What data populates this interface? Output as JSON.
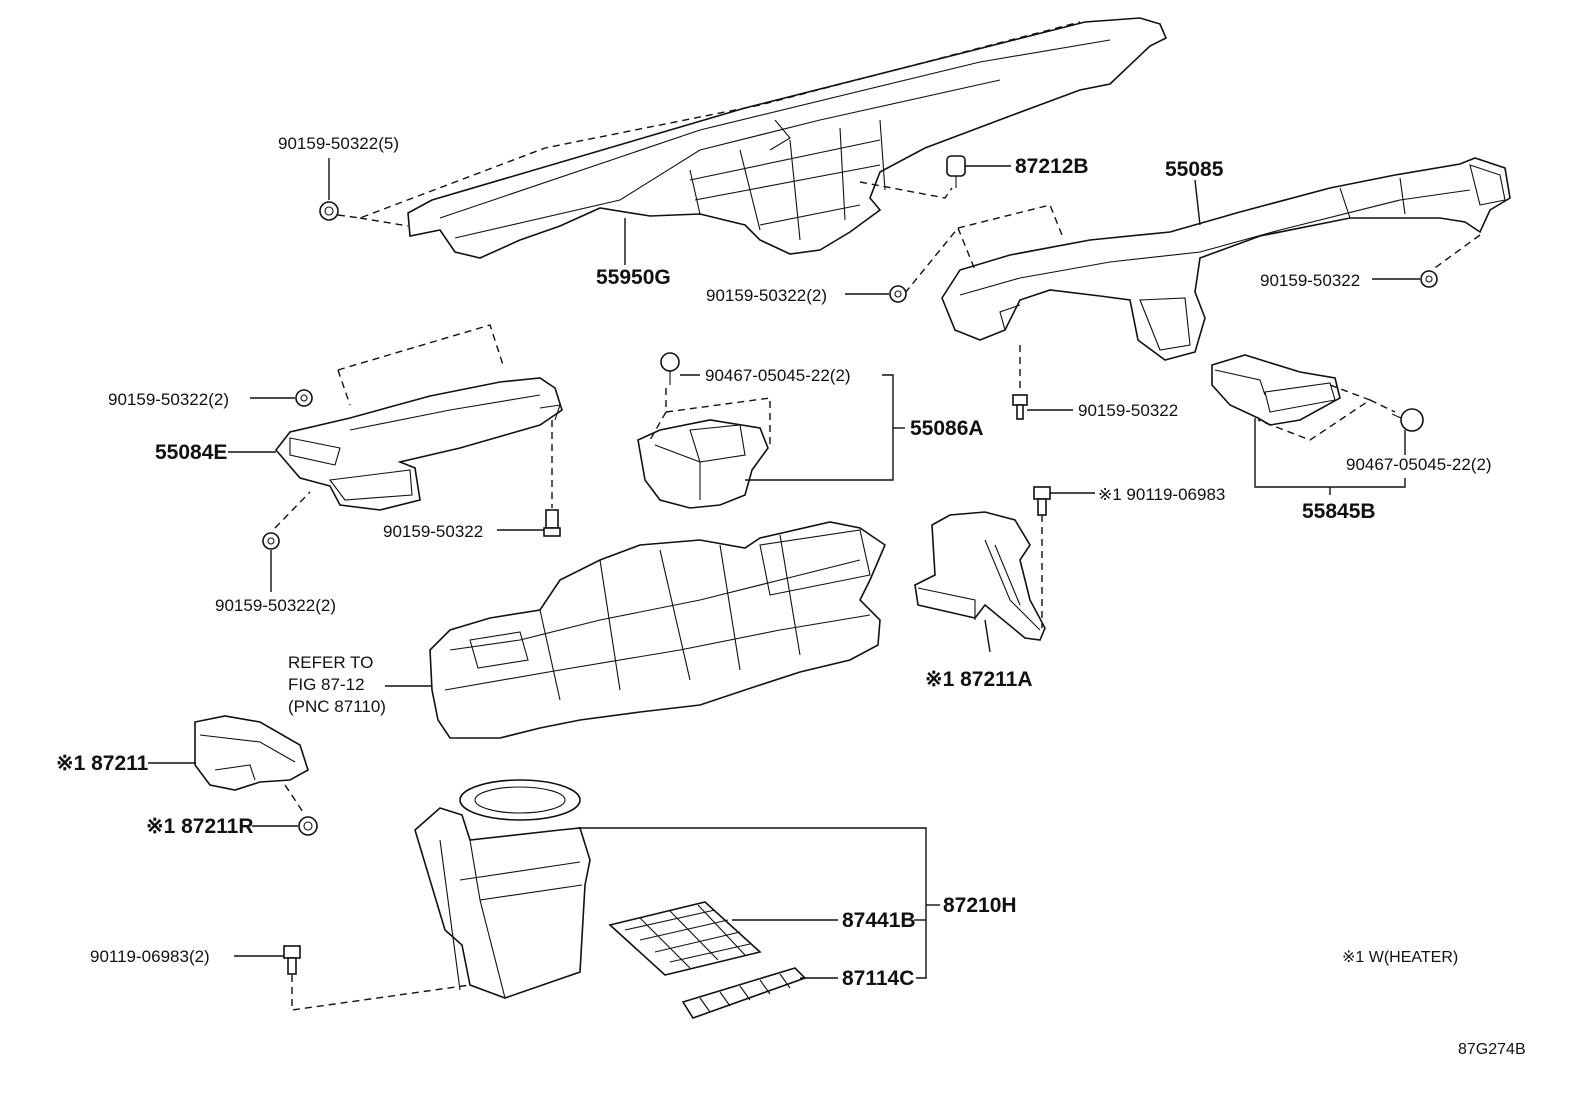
{
  "diagram_code": "87G274B",
  "footnote": "※1 W(HEATER)",
  "labels": {
    "p90159_50322_5": "90159-50322(5)",
    "p55950G": "55950G",
    "p87212B": "87212B",
    "p55085": "55085",
    "p90159_50322_2_top": "90159-50322(2)",
    "p90159_50322_right": "90159-50322",
    "p90159_50322_2_left": "90159-50322(2)",
    "p55084E": "55084E",
    "p90467_mid": "90467-05045-22(2)",
    "p55086A": "55086A",
    "p90159_50322_center": "90159-50322",
    "p90467_right": "90467-05045-22(2)",
    "p90159_50322_lower": "90159-50322",
    "p90119_06983_right": "※1 90119-06983",
    "p55845B": "55845B",
    "p90159_50322_2_bottom": "90159-50322(2)",
    "refer_line1": "REFER TO",
    "refer_line2": "FIG 87-12",
    "refer_line3": "(PNC 87110)",
    "p87211A": "※1 87211A",
    "p87211": "※1 87211",
    "p87211R": "※1 87211R",
    "p87210H": "87210H",
    "p87441B": "87441B",
    "p87114C": "87114C",
    "p90119_06983_2": "90119-06983(2)"
  }
}
